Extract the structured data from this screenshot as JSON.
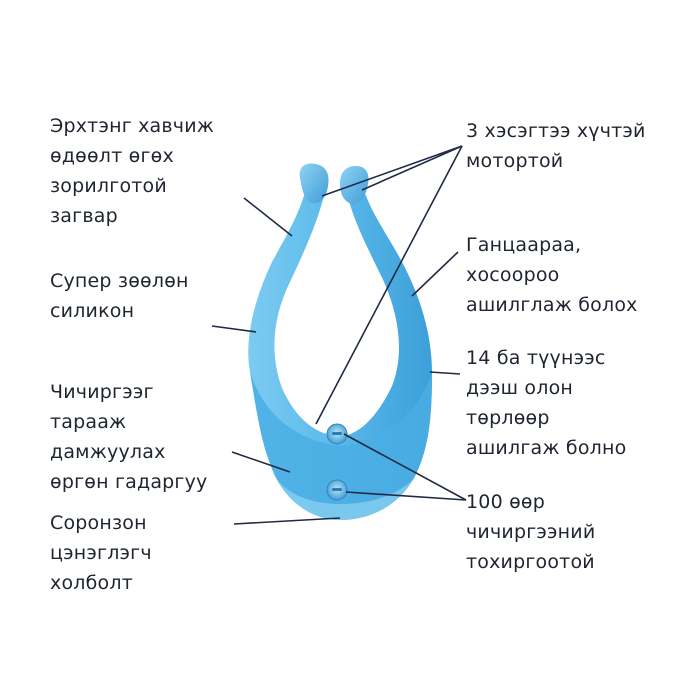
{
  "colors": {
    "device": "#56b6e8",
    "device_dark": "#3a9bd4",
    "device_light": "#9ad6f4",
    "text": "#1f2530",
    "leader": "#1f2a44"
  },
  "labels": {
    "left": [
      {
        "id": "clamp",
        "lines": [
          "Эрхтэнг хавчиж",
          "өдөөлт өгөх",
          "зорилготой",
          "загвар"
        ]
      },
      {
        "id": "silicone",
        "lines": [
          "Супер зөөлөн",
          "силикон"
        ]
      },
      {
        "id": "surface",
        "lines": [
          "Чичиргээг",
          "тарааж",
          "дамжуулах",
          "өргөн гадаргуу"
        ]
      },
      {
        "id": "charger",
        "lines": [
          "Соронзон",
          "цэнэглэгч",
          "холболт"
        ]
      }
    ],
    "right": [
      {
        "id": "motors",
        "lines": [
          "3 хэсэгтээ хүчтэй",
          "мотортой"
        ]
      },
      {
        "id": "solo",
        "lines": [
          "Ганцаараа,",
          "хосоороо",
          "ашилглаж болох"
        ]
      },
      {
        "id": "ways",
        "lines": [
          "14 ба түүнээс",
          "дээш олон",
          "төрлөөр",
          "ашилгаж болно"
        ]
      },
      {
        "id": "modes",
        "lines": [
          "100 өөр",
          "чичиргээний",
          "тохиргоотой"
        ]
      }
    ]
  }
}
